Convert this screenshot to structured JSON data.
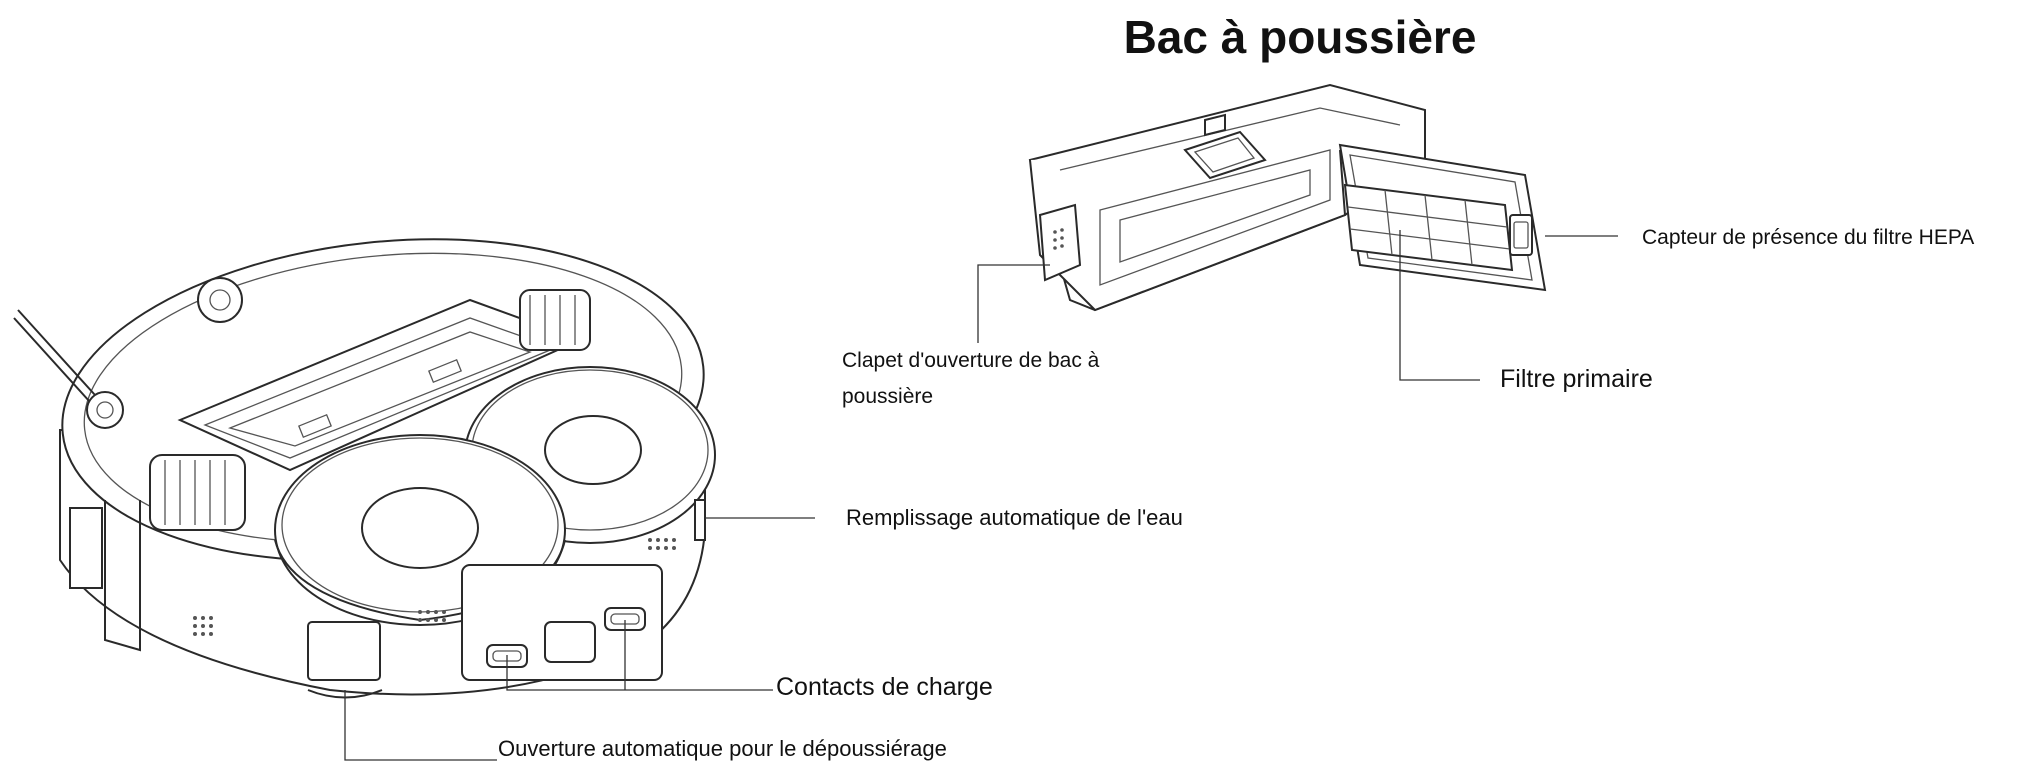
{
  "title": "Bac à poussière",
  "labels": {
    "water_refill": "Remplissage automatique de l'eau",
    "charging_contacts": "Contacts de charge",
    "auto_empty_opening": "Ouverture automatique pour le dépoussiérage",
    "bin_flap_line1": "Clapet d'ouverture de bac à",
    "bin_flap_line2": "poussière",
    "primary_filter": "Filtre primaire",
    "hepa_sensor": "Capteur de présence du filtre HEPA"
  }
}
